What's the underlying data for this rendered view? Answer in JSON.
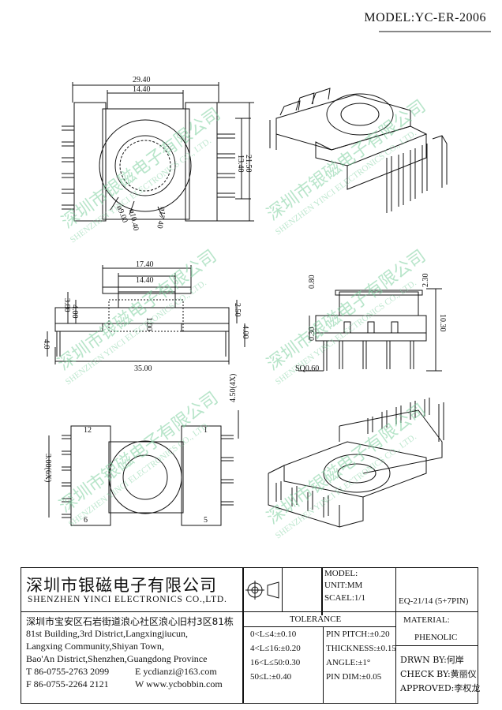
{
  "model_label": "MODEL:YC-ER-2006",
  "dimensions": {
    "top_view": {
      "d1": "29.40",
      "d2": "14.40",
      "d3": "13.40",
      "d4": "21.50",
      "d5": "ø9.00",
      "d6": "ø10.40",
      "d7": "ø17.40"
    },
    "front_view": {
      "d1": "17.40",
      "d2": "14.40",
      "d3": "3.80",
      "d4": "4.00",
      "d5": "2.50",
      "d6": "1.00",
      "d7": "4.00",
      "d8": "35.00",
      "d9": "4.0"
    },
    "side_view": {
      "d1": "0.80",
      "d2": "2.30",
      "d3": "10.30",
      "d4": "0.30",
      "d5": "SQ0.60"
    },
    "bottom_view": {
      "d1": "4.50(4X)",
      "d2": "3.00(6X)",
      "pin12": "12",
      "pin1": "1",
      "pin6": "6",
      "pin5": "5"
    }
  },
  "watermark": {
    "cn": "深圳市银磁电子有限公司",
    "en": "SHENZHEN YINCI ELECTRONICS CO., LTD."
  },
  "title_block": {
    "company_cn": "深圳市银磁电子有限公司",
    "company_en": "SHENZHEN YINCI ELECTRONICS CO.,LTD.",
    "address_cn": "深圳市宝安区石岩街道浪心社区浪心旧村3区81栋",
    "address_en_1": "81st Building,3rd District,Langxingjiucun,",
    "address_en_2": "Langxing Community,Shiyan Town,",
    "address_en_3": "Bao'An District,Shenzhen,Guangdong Province",
    "tel": "T 86-0755-2763 2099",
    "email": "E ycdianzi@163.com",
    "fax": "F 86-0755-2264 2121",
    "web": "W www.ycbobbin.com",
    "unit": "UNIT:MM",
    "scale": "SCAEL:1/1",
    "model_label": "MODEL:",
    "model_value": "EQ-21/14 (5+7PIN)",
    "tolerance_label": "TOLERANCE",
    "tol_1": "0<L≤4:±0.10",
    "tol_2": "4<L≤16:±0.20",
    "tol_3": "16<L≤50:0.30",
    "tol_4": "50≤L:±0.40",
    "pin_pitch": "PIN PITCH:±0.20",
    "thickness": "THICKNESS:±0.15",
    "angle": "ANGLE:±1°",
    "pin_dim": "PIN DIM:±0.05",
    "material_label": "MATERIAL:",
    "material_value": "PHENOLIC",
    "drawn_by": "DRWN BY:何岸",
    "check_by": "CHECK BY:黄丽仪",
    "approved": "APPROVED:李权龙"
  }
}
